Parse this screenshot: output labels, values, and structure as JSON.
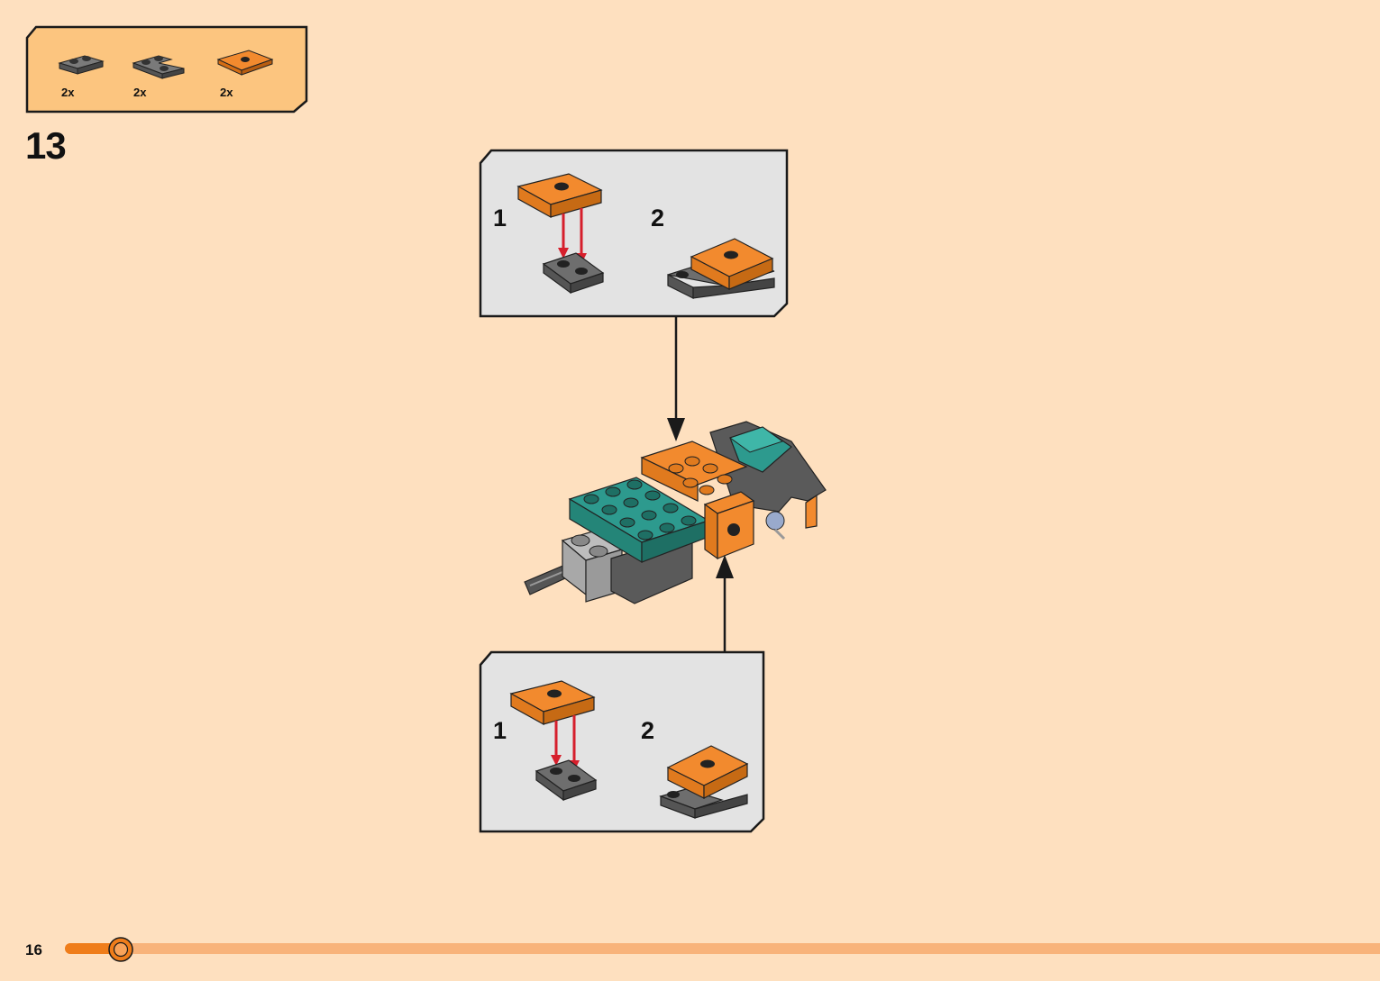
{
  "parts_list": {
    "items": [
      {
        "name": "dark-gray-plate-1x2",
        "quantity": "2x",
        "color": "#6e6e6e"
      },
      {
        "name": "dark-gray-plate-2x2-corner",
        "quantity": "2x",
        "color": "#6e6e6e"
      },
      {
        "name": "orange-plate-2x2-single-stud",
        "quantity": "2x",
        "color": "#f28a2e"
      }
    ],
    "background": "#fcc57f"
  },
  "step": {
    "number": "13"
  },
  "subassemblies": [
    {
      "sub_steps": [
        {
          "label": "1"
        },
        {
          "label": "2"
        }
      ]
    },
    {
      "sub_steps": [
        {
          "label": "1"
        },
        {
          "label": "2"
        }
      ]
    }
  ],
  "colors": {
    "page_background": "#fee0bf",
    "subassembly_background": "#e3e3e3",
    "orange": "#f28a2e",
    "dark_gray": "#6e6e6e",
    "teal": "#2d9a8e",
    "arrow_red": "#d61f2c"
  },
  "footer": {
    "page_number": "16",
    "progress": 0.04
  }
}
